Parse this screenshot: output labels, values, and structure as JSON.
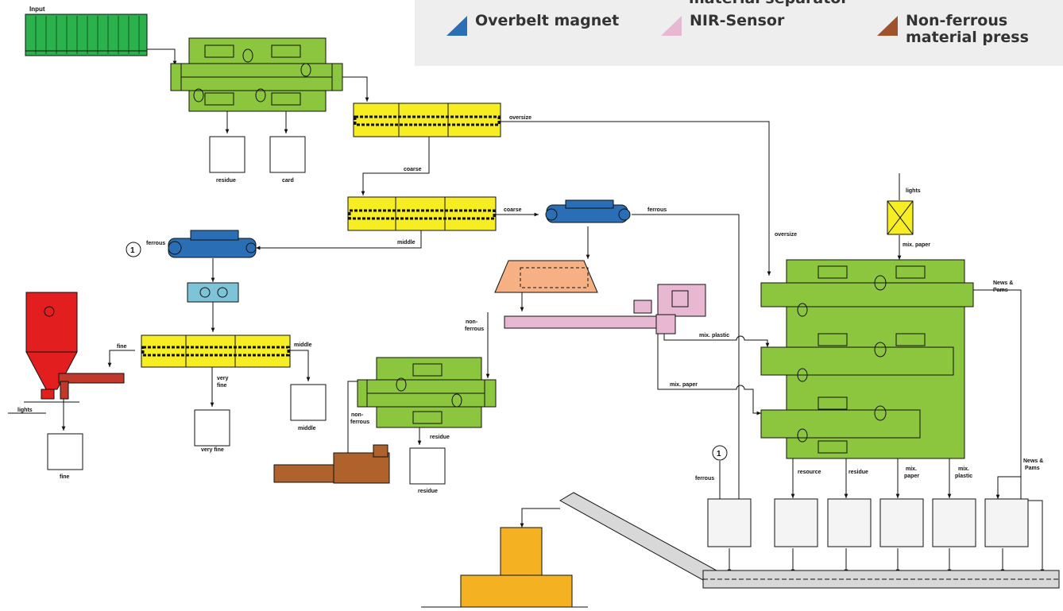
{
  "legend": {
    "items": [
      {
        "label": "Overbelt magnet",
        "color": "#2a6fb6"
      },
      {
        "label": "NIR-Sensor",
        "color": "#e8b7d2"
      },
      {
        "label": "Non-ferrous\nmaterial press",
        "color": "#a0522d"
      }
    ],
    "partial_label": "material separator"
  },
  "colors": {
    "ballistic": "#8cc63f",
    "screen": "#f7ed23",
    "magnet": "#2a6fb6",
    "eddy": "#f5b183",
    "nir": "#e8b7d2",
    "press": "#b0622d",
    "baler": "#f4b223",
    "silo": "#e21e1e",
    "input": "#2bb24c",
    "line": "#111111"
  },
  "labels": {
    "input": "Input",
    "oversize": "oversize",
    "coarse": "coarse",
    "middle": "middle",
    "ferrous": "ferrous",
    "lights": "lights",
    "mix_paper": "mix. paper",
    "mix_plastic": "mix. plastic",
    "news_pams": "News &\nPams",
    "non_ferrous": "non-\nferrous",
    "residue": "residue",
    "card": "card",
    "fine": "fine",
    "very_fine": "very\nfine",
    "very_fine_bin": "very fine",
    "resource": "resource",
    "circle_ref": "1"
  }
}
